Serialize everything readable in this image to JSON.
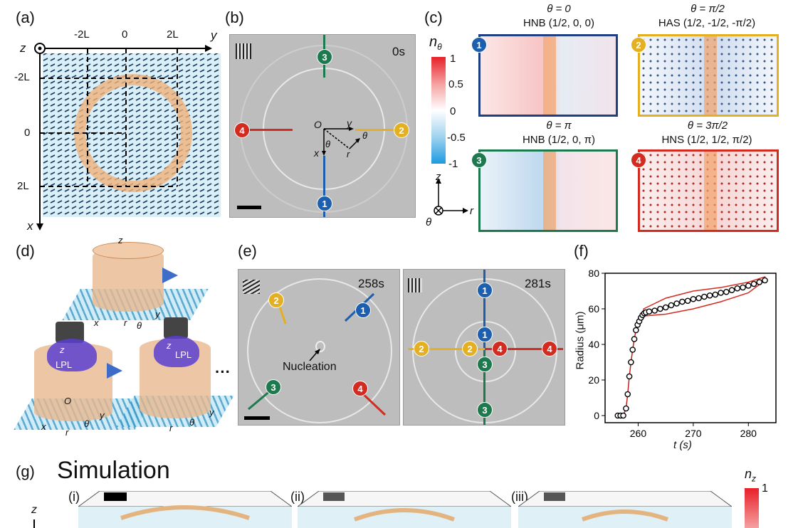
{
  "panels": {
    "a": {
      "label": "(a)",
      "axis_z": "z",
      "axis_y": "y",
      "axis_x": "x",
      "top_ticks": [
        "-2L",
        "0",
        "2L"
      ],
      "left_ticks": [
        "-2L",
        "0",
        "2L"
      ]
    },
    "b": {
      "label": "(b)",
      "time": "0s",
      "origin": "O",
      "axis_y": "y",
      "axis_x": "x",
      "axis_theta": "θ",
      "axis_r": "r",
      "badges": [
        "1",
        "2",
        "3",
        "4"
      ]
    },
    "c": {
      "label": "(c)",
      "colorbar_title": "n",
      "colorbar_sub": "θ",
      "colorbar_ticks": [
        "1",
        "0.5",
        "0",
        "-0.5",
        "-1"
      ],
      "axis_z": "z",
      "axis_r": "r",
      "axis_theta": "θ",
      "boxes": [
        {
          "num": "1",
          "theta": "θ = 0",
          "name": "HNB (1/2, 0, 0)"
        },
        {
          "num": "2",
          "theta": "θ = π/2",
          "name": "HAS (1/2, -1/2, -π/2)"
        },
        {
          "num": "3",
          "theta": "θ = π",
          "name": "HNB (1/2, 0, π)"
        },
        {
          "num": "4",
          "theta": "θ = 3π/2",
          "name": "HNS (1/2, 1/2, π/2)"
        }
      ]
    },
    "d": {
      "label": "(d)",
      "lpl": "LPL",
      "ellipsis": "···",
      "axis_z": "z",
      "axis_x": "x",
      "axis_y": "y",
      "axis_r": "r",
      "axis_theta": "θ",
      "origin": "O"
    },
    "e": {
      "label": "(e)",
      "time_left": "258s",
      "time_right": "281s",
      "nucleation": "Nucleation",
      "badges": [
        "1",
        "2",
        "3",
        "4"
      ]
    },
    "f": {
      "label": "(f)",
      "ylabel": "Radius (μm)",
      "xlabel": "t (s)"
    },
    "g": {
      "label": "(g)",
      "title": "Simulation",
      "subpanels": [
        "(i)",
        "(ii)",
        "(iii)"
      ],
      "axis_z": "z",
      "colorbar_title": "n",
      "colorbar_sub": "z",
      "colorbar_top": "1"
    }
  },
  "chart_data": {
    "type": "scatter",
    "title": "",
    "xlabel": "t (s)",
    "ylabel": "Radius (μm)",
    "xlim": [
      254,
      285
    ],
    "ylim": [
      -4,
      80
    ],
    "x_ticks": [
      260,
      270,
      280
    ],
    "y_ticks": [
      0,
      20,
      40,
      60,
      80
    ],
    "grid": false,
    "series": [
      {
        "x": [
          256.3,
          256.8,
          257.3,
          257.8,
          258.1,
          258.4,
          258.7,
          259.0,
          259.3,
          259.6,
          259.9,
          260.2,
          260.5,
          260.8,
          261.1,
          261.4,
          262.0,
          263.0,
          264.0,
          265.0,
          266.0,
          267.0,
          268.0,
          269.0,
          270.0,
          271.0,
          272.0,
          273.0,
          274.0,
          275.0,
          276.0,
          277.0,
          278.0,
          279.0,
          280.0,
          281.0,
          282.0,
          283.0
        ],
        "y": [
          0,
          0,
          0,
          4,
          12,
          22,
          30,
          37,
          43,
          48,
          51,
          53,
          55,
          56.5,
          57.5,
          58,
          58.5,
          59,
          60,
          60.8,
          62,
          63,
          64,
          64.5,
          65.5,
          66,
          66.8,
          67.5,
          68,
          69,
          69.5,
          70.5,
          71.5,
          72,
          73,
          74,
          75,
          76
        ]
      }
    ],
    "band": {
      "x": [
        261,
        265,
        270,
        275,
        280,
        283
      ],
      "upper": [
        60,
        66,
        70,
        72,
        75,
        78
      ],
      "lower": [
        56,
        57,
        60,
        64,
        69,
        76
      ]
    }
  }
}
